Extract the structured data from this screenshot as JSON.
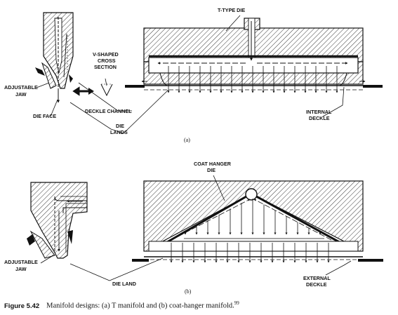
{
  "labels": {
    "t_type_die": "T-TYPE DIE",
    "v_shaped_1": "V-SHAPED",
    "v_shaped_2": "CROSS",
    "v_shaped_3": "SECTION",
    "adjustable_jaw_a_1": "ADJUSTABLE",
    "adjustable_jaw_a_2": "JAW",
    "die_face": "DIE FACE",
    "deckle_channel": "DECKLE CHANNEL",
    "die_lands_1": "DIE",
    "die_lands_2": "LANDS",
    "internal_deckle_1": "INTERNAL",
    "internal_deckle_2": "DECKLE",
    "sub_a": "(a)",
    "coat_hanger_1": "COAT HANGER",
    "coat_hanger_2": "DIE",
    "adjustable_jaw_b_1": "ADJUSTABLE",
    "adjustable_jaw_b_2": "JAW",
    "die_land": "DIE LAND",
    "external_deckle_1": "EXTERNAL",
    "external_deckle_2": "DECKLE",
    "sub_b": "(b)"
  },
  "caption": {
    "number": "Figure 5.42",
    "text": "Manifold designs: (a) T manifold and (b) coat-hanger manifold.",
    "ref": "99"
  }
}
